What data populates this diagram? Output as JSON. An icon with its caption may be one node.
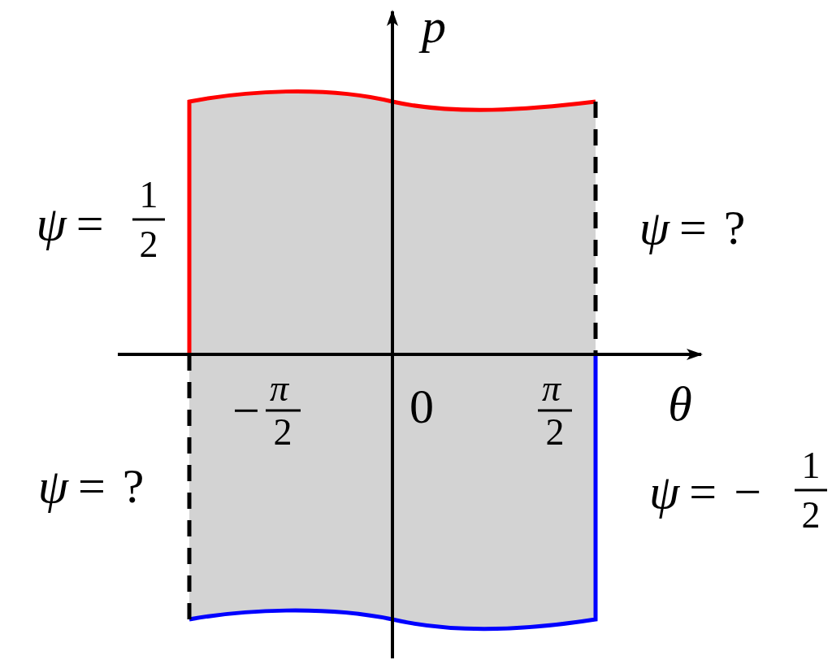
{
  "diagram": {
    "labels": [
      "p",
      "ψ =",
      "1",
      "2",
      "ψ = ?",
      "θ",
      "−",
      "π",
      "2",
      "0",
      "π",
      "2",
      "ψ = ?",
      "ψ = −",
      "1",
      "2"
    ]
  }
}
